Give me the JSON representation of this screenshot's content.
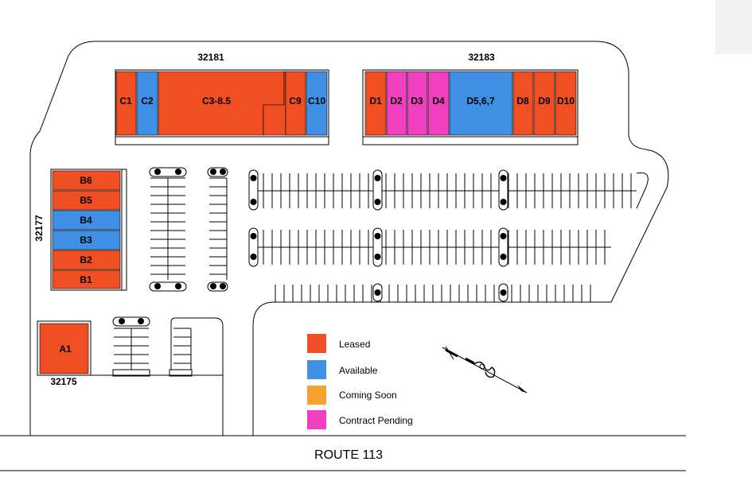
{
  "colors": {
    "leased": "#f04e23",
    "available": "#3f8fe4",
    "coming_soon": "#f9a12e",
    "contract_pending": "#f03fbf"
  },
  "buildings": {
    "b32181": "32181",
    "b32183": "32183",
    "b32177": "32177",
    "b32175": "32175"
  },
  "units": {
    "C1": "C1",
    "C2": "C2",
    "C3": "C3-8.5",
    "C9": "C9",
    "C10": "C10",
    "D1": "D1",
    "D2": "D2",
    "D3": "D3",
    "D4": "D4",
    "D5": "D5,6,7",
    "D8": "D8",
    "D9": "D9",
    "D10": "D10",
    "B6": "B6",
    "B5": "B5",
    "B4": "B4",
    "B3": "B3",
    "B2": "B2",
    "B1": "B1",
    "A1": "A1"
  },
  "legend": {
    "leased": "Leased",
    "available": "Available",
    "coming_soon": "Coming Soon",
    "contract_pending": "Contract Pending"
  },
  "road": "ROUTE 113",
  "compass_icon": "north-arrow-icon"
}
